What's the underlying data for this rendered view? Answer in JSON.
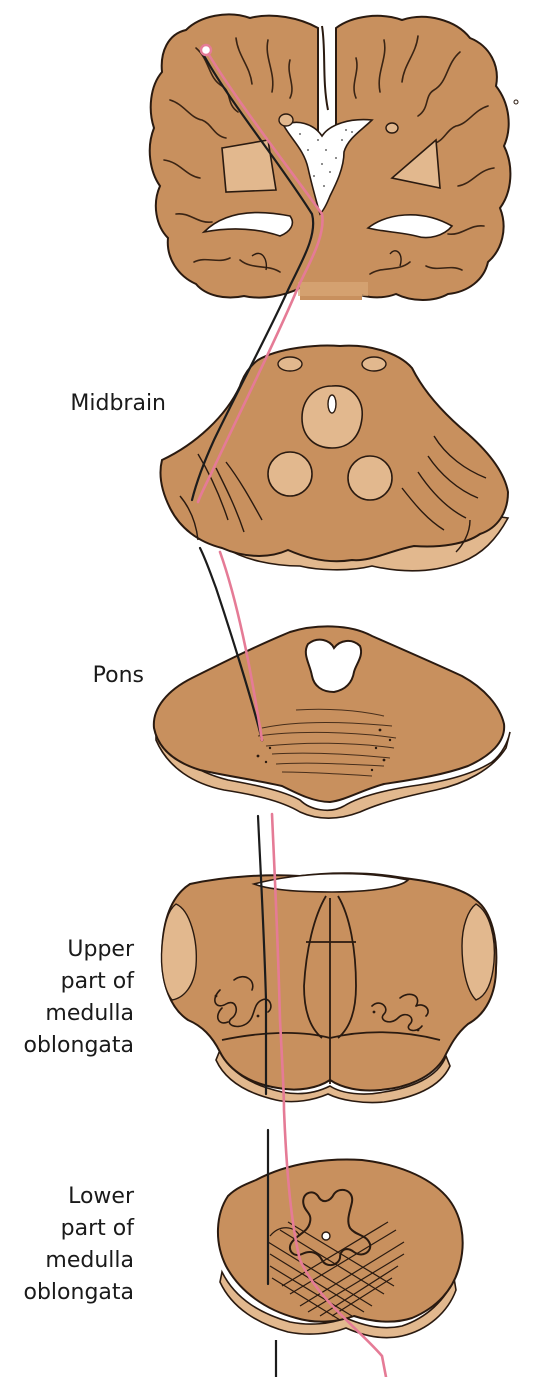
{
  "labels": {
    "midbrain": "Midbrain",
    "pons": "Pons",
    "upper_medulla": "Upper\npart of\nmedulla\noblongata",
    "lower_medulla": "Lower\npart of\nmedulla\noblongata"
  },
  "colors": {
    "tissue": "#c8905e",
    "tissue_light": "#e2b88e",
    "outline": "#2a1a10",
    "pink_tract": "#e57b96",
    "black_tract": "#1c1c1c",
    "ventricle": "#ffffff"
  }
}
